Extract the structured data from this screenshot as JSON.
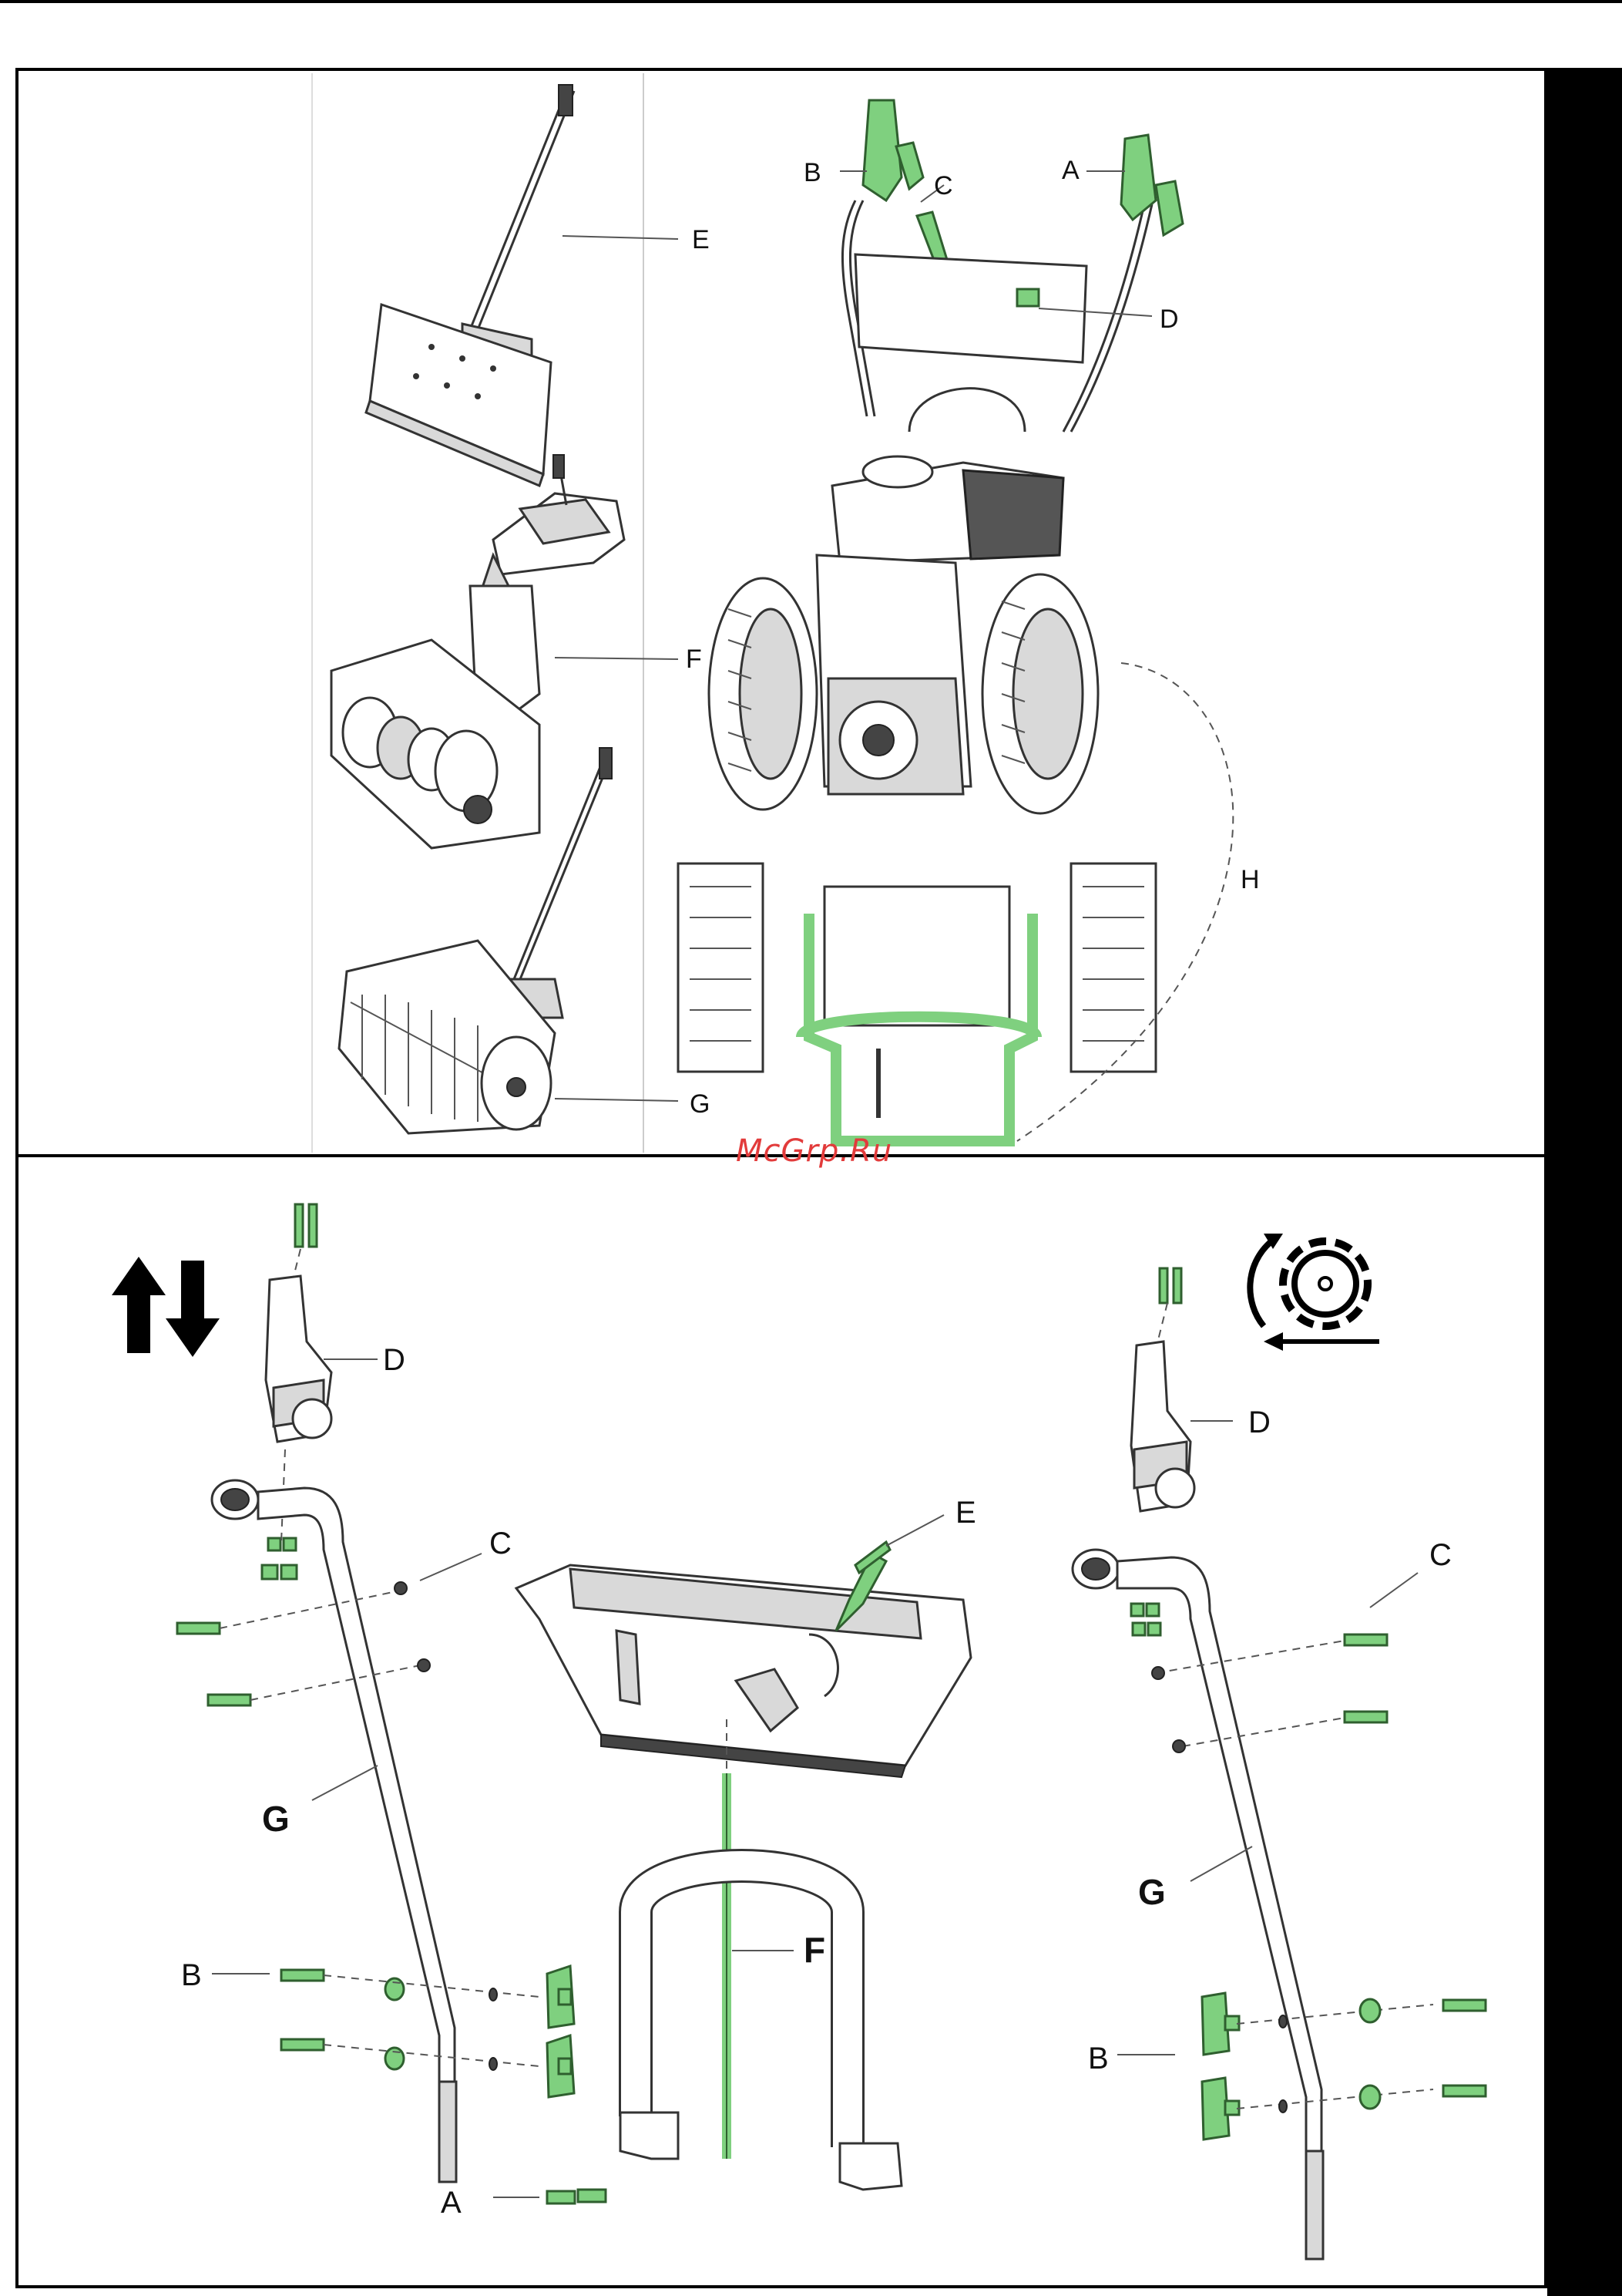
{
  "top_panel": {
    "labels": {
      "A": "A",
      "B": "B",
      "C": "C",
      "D": "D",
      "E": "E",
      "F": "F",
      "G": "G",
      "H": "H"
    }
  },
  "bottom_panel": {
    "labels": {
      "D_left": "D",
      "C_left": "C",
      "G_left": "G",
      "B_left": "B",
      "E_center": "E",
      "F_center": "F",
      "A_center": "A",
      "D_right": "D",
      "C_right": "C",
      "G_right": "G",
      "B_right": "B"
    }
  },
  "watermark": "McGrp.Ru",
  "colors": {
    "accent_green": "#7fd07f",
    "line": "#333333",
    "frame": "#000000"
  },
  "icons": [
    "up-down-arrows-icon",
    "rotation-gear-icon"
  ]
}
